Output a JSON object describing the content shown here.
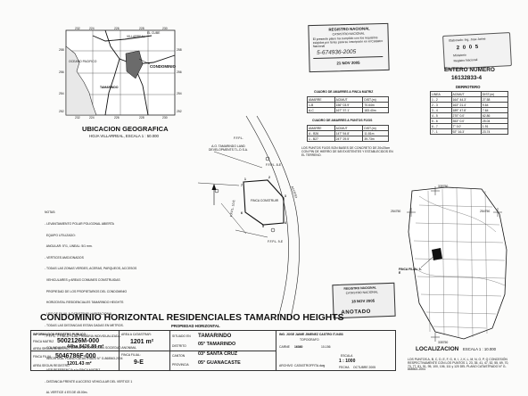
{
  "location_map": {
    "title": "UBICACION GEOGRAFICA",
    "subtitle": "HOJA VILLARREAL, ESCALA 1 : 50.000",
    "top_ticks": [
      "224",
      "226",
      "228",
      "230",
      "232"
    ],
    "bottom_ticks": [
      "224",
      "226",
      "228",
      "230",
      "232"
    ],
    "left_ticks": [
      "258",
      "256",
      "254",
      "252"
    ],
    "right_ticks": [
      "258",
      "256",
      "254",
      "252"
    ],
    "labels": [
      "OCEANO PACIFICO",
      "CONDOMINIO",
      "TAMARINDO",
      "VILLARREAL",
      "EL CUBE"
    ]
  },
  "registry_stamp": {
    "title": "REGISTRO NACIONAL",
    "subtitle": "CATASTRO NACIONAL",
    "body": "El presente plano ha cumplido con los requisitos exigidos por la ley para su inscripción en el Catastro Nacional",
    "number": "5-674936-2005",
    "date": "21 NOV 2005"
  },
  "document_stamp": {
    "line1": "Elaborado: Ing. Jose Jaime",
    "line2": "2 0 0 5",
    "line3": "Ministerio",
    "line4": "Registro Nacional"
  },
  "entry": {
    "label": "ENTERO NUMERO",
    "number": "16132833-4"
  },
  "derrotero": {
    "title": "DERROTERO",
    "headers": [
      "LINEA",
      "ACIMUT",
      "DIST.(m)"
    ],
    "rows": [
      [
        "1 - 2",
        "164° 44.3'",
        "27.58"
      ],
      [
        "2 - 3",
        "163° 21.4'",
        "9.64"
      ],
      [
        "3 - 4",
        "189° 47.8'",
        "7.64"
      ],
      [
        "4 - 5",
        "270° 0.0'",
        "62.86"
      ],
      [
        "5 - 6",
        "353° 0.0'",
        "25.04"
      ],
      [
        "6 - 7",
        "7° 0.0'",
        "1.91"
      ],
      [
        "7 - 1",
        "92° 16.3'",
        "23.74"
      ]
    ]
  },
  "amarres_matriz": {
    "title": "CUADRO DE AMARRES A FINCA MATRIZ",
    "headers": [
      "AMARRE",
      "ACIMUT",
      "DIST.(m)"
    ],
    "rows": [
      [
        "1-B",
        "156° 03.9'",
        "70.64m"
      ],
      [
        "A-C",
        "167° 37.1'",
        "183.40m"
      ]
    ]
  },
  "amarres_fijos": {
    "title": "CUADRO DE AMARRES A PUNTOS FIJOS",
    "headers": [
      "AMARRE",
      "ACIMUT",
      "DIST.(m)"
    ],
    "rows": [
      [
        "A - B26",
        "147° 54.8'",
        "11.81m"
      ],
      [
        "1 - B27",
        "247° 29.5'",
        "39.73m"
      ]
    ],
    "note": "LOS PUNTOS FIJOS SON BASES DE CONCRETO DE 20x20cm CON PIN DE HIERRO DE 5/8 EXISTENTES Y ESTABLECIDOS EN EL TERRENO."
  },
  "site_plan": {
    "labels": [
      "F.F.P.L.",
      "A.O. TAMARINDO LAND DEVELOPMENTS T.L.D S.A.",
      "FINCA CONSTRUIR",
      "ACCESO",
      "F.F.P.L. 9-E",
      "F.F.P.L. 10-E",
      "F.F.P.L. 8-E"
    ],
    "points": [
      "1",
      "2",
      "3",
      "4",
      "5",
      "6",
      "7"
    ]
  },
  "notes": [
    "NOTAS:",
    "- LEVANTAMIENTO POLAR POLIGONAL ABIERTA",
    "  EQUIPO UTILIZADO:",
    "  ANGULAR: 5\"/1, LINEAL: 5/1 mm.",
    "- VERTICES AMOJONADOS",
    "- TODAS LAS ZONAS VERDES, ACERAS, PARQUEOS, ACCESOS",
    "  VEHICULARES y AREAS COMUNES CONSTRUIDAS",
    "  PROPIEDAD DE LOS PROPIETARIOS DEL CONDOMINIO",
    "  HORIZONTAL RESIDENCIALES TAMARINDO HEIGHTS",
    "- USO DE FILIAL A CATASTRAR: HABITACIONAL",
    "- TODAS LAS DISTANCIAS ESTAN DADAS EN METROS.",
    "- F.F.P.L. = FINCA FILIAL PRIMARIA INDIVIDUALIZADA.",
    "- COLINDANTE : FIDUCIARIA CUSCATLAN SOCIEDAD ANONIMA,",
    "  INSCRITA AL PLANO CATASTRADO N° G-868563-2004",
    "- VER REFERENCIA a la FINCA MATRIZ.",
    "- DISTANCIA FRENTE A ACCESO VEHICULAR DEL VERTICE 1",
    "  AL VERTICE 4 ES DE 45.00m."
  ],
  "key_map": {
    "title": "LOCALIZACION",
    "scale": "ESCALA 1 : 10.000",
    "ticks": [
      "335750",
      "254750",
      "254750",
      "335750"
    ],
    "finca_label": "FINCA FILIAL 9-E",
    "note": "LOS PUNTOS A, B, C, D, E, F, G, H, I, J, K, L, M, N, O, P, Q CONCESIÓN RESPECTIVAMENTE CON LOS PUNTOS 1, 23, 35, 41, 47, 52, 55, 69, 70, 73, 77, 81, 91, 95, 100, 106, 111 y 120 DEL PLANO CATASTRADO N° G-868563-2004"
  },
  "anotado_stamp": {
    "header": "REGISTRO NACIONAL",
    "subheader": "CATASTRO NACIONAL",
    "date": "18 NOV 2005",
    "word": "ANOTADO"
  },
  "main_title": "CONDOMINIO HORIZONTAL RESIDENCIALES TAMARINDO HEIGHTS",
  "main_subtitle": "PROPIEDAD HORIZONTAL",
  "info": {
    "registry_label": "INFORMACION REGISTRO PUBLICO :",
    "finca_matriz_label": "FINCA MATRIZ",
    "finca_matriz_value": "5002126M-000",
    "area_matriz_label": "AREA SEGUN REGISTRO",
    "area_matriz_value": "44ha 8426.88 m²",
    "area_catastrar_label": "AREA A CATASTRAR:",
    "area_catastrar_value": "1201 m²",
    "finca_filial_label": "FINCA FILIAL",
    "finca_filial_value": "5046786F-000",
    "area_filial_label": "AREA SEGUN REGISTRO",
    "area_filial_value": "1201.43 m²",
    "filial_label": "FINCA FILIAL:",
    "filial_value": "9-E"
  },
  "location": {
    "situado_label": "SITUADO EN",
    "situado_value": "TAMARINDO",
    "distrito_label": "DISTRITO",
    "distrito_value": "05° TAMARINDO",
    "canton_label": "CANTON",
    "canton_value": "03° SANTA CRUZ",
    "provincia_label": "PROVINCIA",
    "provincia_value": "05° GUANACASTE"
  },
  "engineer": {
    "name": "ING. JOSE JAIME JIMENEZ CASTRO IT-9453",
    "line2": "TOPOGRAFO",
    "carne_label": "CARNE",
    "carne_value": "16360",
    "folio": "10-156",
    "escala_label": "ESCALA",
    "escala_value": "1 : 1000",
    "archivo_label": "ARCHIVO",
    "archivo_value": "CATASTROFFITA.dwg",
    "fecha_label": "FECHA",
    "fecha_value": "OCTUBRE 2005"
  }
}
